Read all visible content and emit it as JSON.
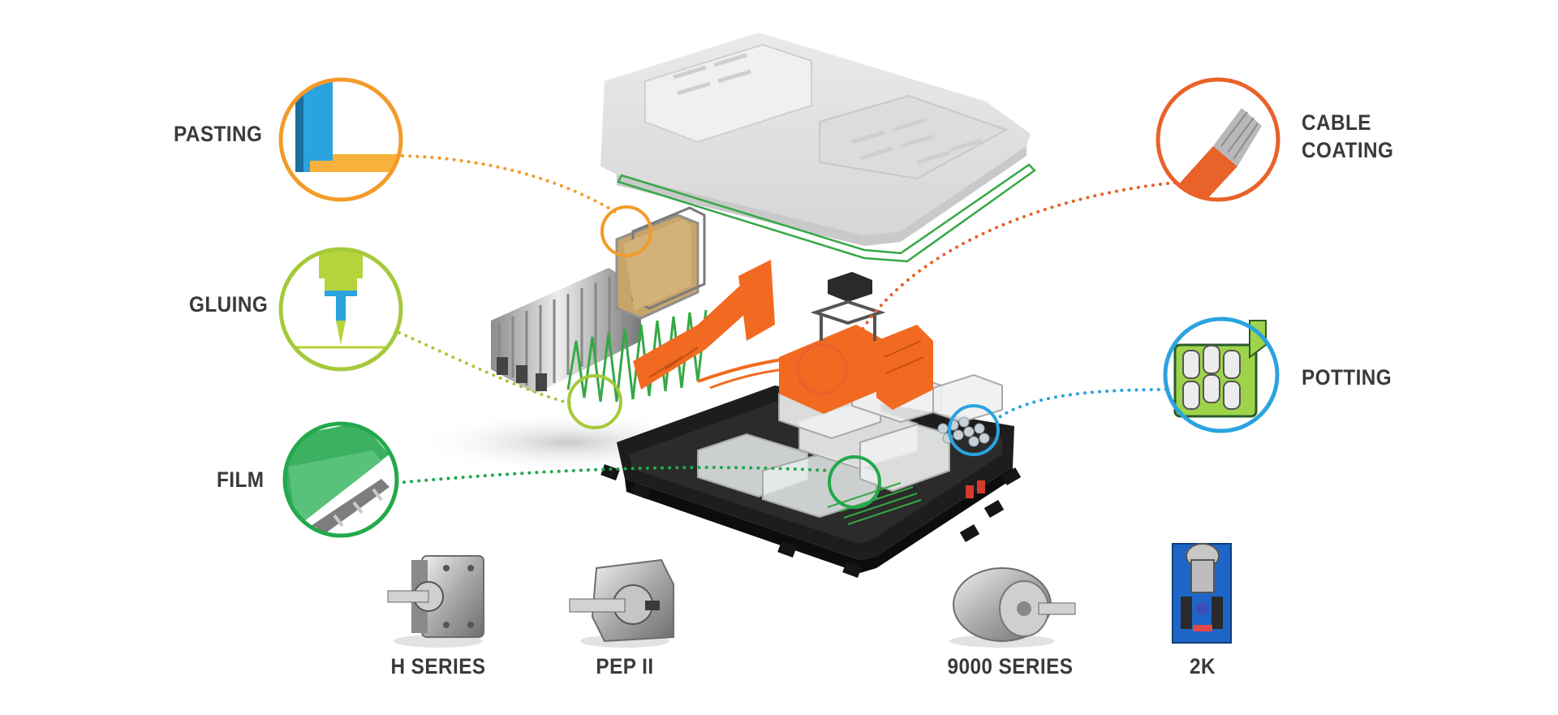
{
  "processes": {
    "pasting": {
      "label": "PASTING",
      "color": "#f39b2a"
    },
    "gluing": {
      "label": "GLUING",
      "color": "#a5c93a"
    },
    "film": {
      "label": "FILM",
      "color": "#22a94a"
    },
    "cable_coating": {
      "label_line1": "CABLE",
      "label_line2": "COATING",
      "color": "#e8622a"
    },
    "potting": {
      "label": "POTTING",
      "color": "#2aa3df"
    }
  },
  "products": [
    {
      "label": "H SERIES",
      "icon": "gear-pump-icon"
    },
    {
      "label": "PEP II",
      "icon": "gear-pump-icon"
    },
    {
      "label": "9000 SERIES",
      "icon": "gear-pump-icon"
    },
    {
      "label": "2K",
      "icon": "dosing-unit-icon"
    }
  ],
  "colors": {
    "text": "#3a3a3a",
    "housing": "#e3e3e3",
    "tray": "#1d1d1d",
    "frame": "#f26a21",
    "seal": "#35a845"
  }
}
